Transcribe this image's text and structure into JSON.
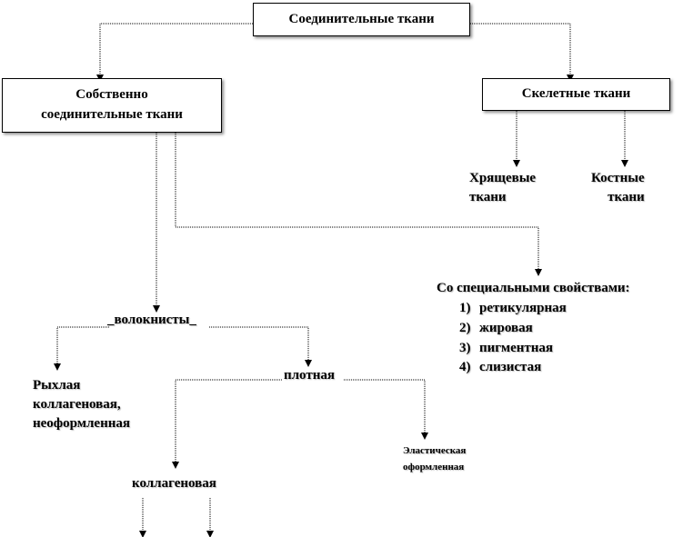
{
  "nodes": {
    "root": "Соединительные ткани",
    "proper_line1": "Собственно",
    "proper_line2": "соединительные ткани",
    "skeletal": "Скелетные ткани",
    "cartilage_line1": "Хрящевые",
    "cartilage_line2": "ткани",
    "bone_line1": "Костные",
    "bone_line2": "ткани",
    "special_title": "Со специальными свойствами:",
    "special_items": [
      {
        "num": "1)",
        "text": "ретикулярная"
      },
      {
        "num": "2)",
        "text": "жировая"
      },
      {
        "num": "3)",
        "text": "пигментная"
      },
      {
        "num": "4)",
        "text": "слизистая"
      }
    ],
    "fibrous": "_волокнисты_",
    "loose_line1": "Рыхлая",
    "loose_line2": "коллагеновая,",
    "loose_line3": "неоформленная",
    "dense": "плотная",
    "elastic_line1": "Эластическая",
    "elastic_line2": "оформленная",
    "collagen": "коллагеновая"
  }
}
